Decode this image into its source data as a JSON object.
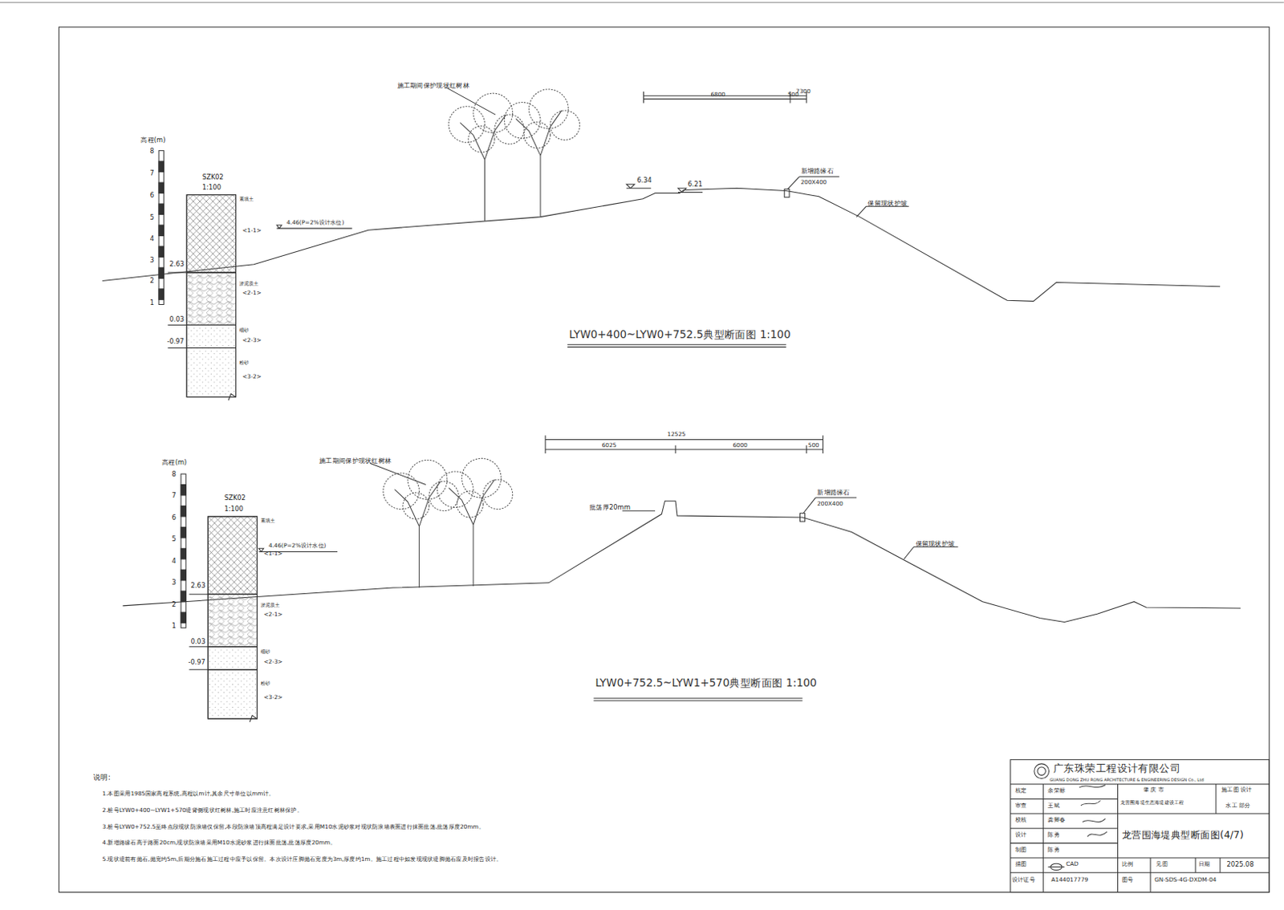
{
  "diagram": {
    "labels": [
      "施工期间保护现状红树林",
      "7300",
      "6800",
      "500",
      "6.34",
      "6.21",
      "新增路缘石",
      "200X400",
      "保留现状护坡",
      "4.46(P=2%设计水位)",
      "高程(m)",
      "8",
      "7",
      "6",
      "5",
      "4",
      "3",
      "2",
      "1",
      "SZK02",
      "1:100",
      "素填土",
      "<1-1>",
      "淤泥质土",
      "<2-1>",
      "细砂",
      "<2-3>",
      "粉砂",
      "<3-2>",
      "2.63",
      "0.03",
      "-0.97",
      "LYW0+400~LYW0+752.5典型断面图 1:100",
      "施工期间保护现状红树林",
      "12525",
      "6025",
      "6000",
      "500",
      "批荡厚20mm",
      "新增路缘石",
      "200X400",
      "保留现状护坡",
      "4.46(P=2%设计水位)",
      "高程(m)",
      "8",
      "7",
      "6",
      "5",
      "4",
      "3",
      "2",
      "1",
      "SZK02",
      "1:100",
      "素填土",
      "<1-1>",
      "淤泥质土",
      "<2-1>",
      "细砂",
      "<2-3>",
      "粉砂",
      "<3-2>",
      "2.63",
      "0.03",
      "-0.97",
      "LYW0+752.5~LYW1+570典型断面图 1:100",
      "说明:",
      "1.本图采用1985国家高程系统,高程以m计,其余尺寸单位以mm计。",
      "2.桩号LYW0+400~LYW1+570堤背侧现状红树林,施工时应注意红树林保护。",
      "3.桩号LYW0+752.5至终点段现状防浪墙仅保留,本段防浪墙顶高程满足设计要求,采用M10水泥砂浆对现状防浪墙表面进行抹面批荡,批荡厚度20mm。",
      "4.新增路缘石高于路面20cm,现状防浪墙采用M10水泥砂浆进行抹面批荡,批荡厚度20mm。",
      "5.现状堤前有抛石,抛宽约5m,后期分施石施工过程中应予以保留。本次设计压脚抛石宽度为3m,厚度约1m。施工过程中如发现现状堤脚抛石应及时报告设计。",
      "广东珠荣工程设计有限公司",
      "GUANG DONG ZHU RONG ARCHITECTURE & ENGINEERING DESIGN Co., Ltd",
      "核定",
      "余荣标",
      "审查",
      "王斌",
      "校核",
      "龚卿春",
      "设计",
      "陈勇",
      "制图",
      "陈勇",
      "描图",
      "CAD",
      "设计证号",
      "A144017779",
      "肇 庆 市",
      "龙营围海堤生态海堤建设工程",
      "施工图 设计",
      "水工 部分",
      "龙营围海堤典型断面图(4/7)",
      "比例",
      "见图",
      "日期",
      "2025.08",
      "图号",
      "GN-SDS-4G-DXDM-04"
    ]
  }
}
